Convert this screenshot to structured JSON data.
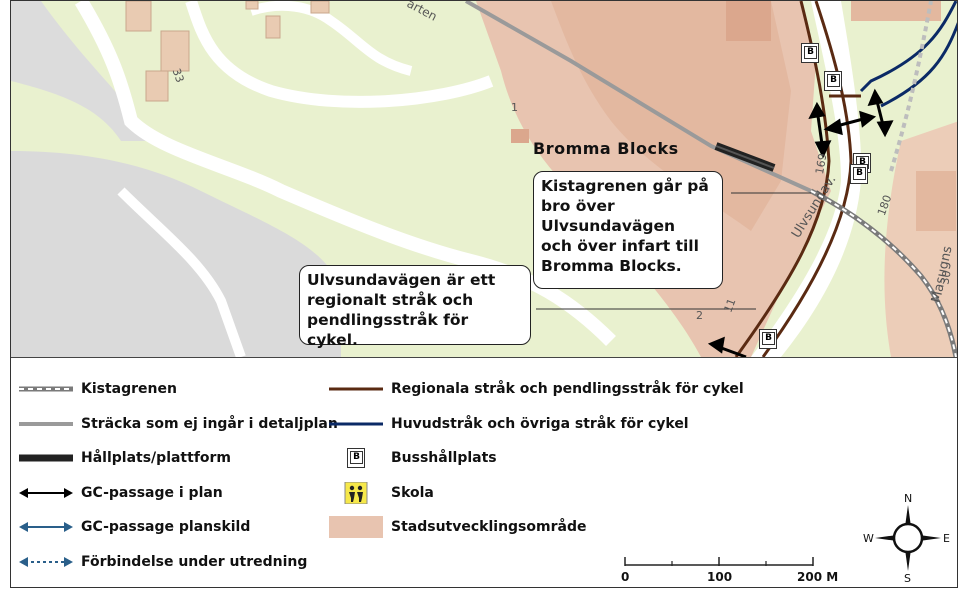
{
  "map": {
    "place_label": "Bromma Blocks",
    "road_label_ulvsundav": "Ulvsundav.",
    "road_label_masugns": "Masugns",
    "street_fragment": "arten",
    "numbers": {
      "n33": "33",
      "n1": "1",
      "n169": "169",
      "n180": "180",
      "n30": "30",
      "n2": "2",
      "n11": "11"
    },
    "callout_kista": "Kistagrenen går på\nbro över\nUlvsundavägen\noch över infart till\nBromma Blocks.",
    "callout_ulvsund": "Ulvsundavägen är ett\nregionalt stråk och\npendlingsstråk för cykel.",
    "bus_letter": "B"
  },
  "legend": {
    "items": [
      {
        "label": "Kistagrenen",
        "symbol": "dashed-grey-line"
      },
      {
        "label": "Sträcka som ej ingår i detaljplan",
        "symbol": "grey-line"
      },
      {
        "label": "Hållplats/plattform",
        "symbol": "black-thick-line"
      },
      {
        "label": "GC-passage i plan",
        "symbol": "black-double-arrow"
      },
      {
        "label": "GC-passage planskild",
        "symbol": "blue-double-arrow"
      },
      {
        "label": "Förbindelse under utredning",
        "symbol": "blue-dashed-arrow"
      },
      {
        "label": "Regionala stråk och pendlingsstråk för cykel",
        "symbol": "brown-line"
      },
      {
        "label": "Huvudstråk och övriga stråk för cykel",
        "symbol": "navy-line"
      },
      {
        "label": "Busshållplats",
        "symbol": "bus-stop-icon"
      },
      {
        "label": "Skola",
        "symbol": "school-icon"
      },
      {
        "label": "Stadsutvecklingsområde",
        "symbol": "pink-area"
      }
    ]
  },
  "scalebar": {
    "t0": "0",
    "t100": "100",
    "t200": "200 M"
  },
  "compass": {
    "n": "N",
    "s": "S",
    "e": "E",
    "w": "W"
  },
  "colors": {
    "map_bg": "#e9f1cf",
    "development_area": "#e8c4b0",
    "regional_cycle": "#5a2a12",
    "main_cycle": "#0b2a66",
    "rail_grey": "#9a9a9a",
    "gc_blue": "#2a5f8a"
  }
}
